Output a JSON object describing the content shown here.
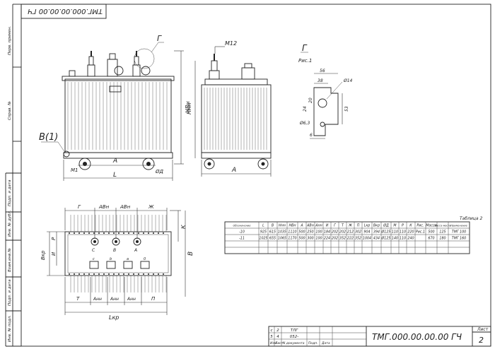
{
  "sheet": {
    "corner_code": "ТМГ.000.00.00.00 ГЧ",
    "side_labels": [
      "Перв. примен.",
      "Справ. №",
      "Подп. и дата",
      "Инв. № дубл.",
      "Взам.инв.№",
      "Подп. и дата",
      "Инв. № подл."
    ],
    "side_values": [
      "",
      "",
      "",
      "",
      "",
      "",
      ""
    ]
  },
  "front_view": {
    "callout_g": "Г",
    "callout_b": "В(1)",
    "dim_m1": "М1",
    "dim_a": "А",
    "dim_l": "L",
    "dim_phi_d": "ØД",
    "dim_hvn": "НВн"
  },
  "side_view": {
    "dim_m12": "М12",
    "dim_hnn": "Ннн",
    "dim_a": "А"
  },
  "detail": {
    "title": "Г",
    "caption": "Рис.1",
    "dims": [
      "56",
      "38",
      "20",
      "24",
      "53",
      "Ø14",
      "Ø6,3",
      "6"
    ]
  },
  "plan_view": {
    "dims_top": [
      "Г",
      "АВн",
      "АВн",
      "Ж"
    ],
    "dims_left": [
      "Вкр",
      "И",
      "Р"
    ],
    "dim_k": "К",
    "dim_b": "В",
    "bushings_hv": [
      "C",
      "B",
      "A"
    ],
    "bushings_lv": [
      "с",
      "b",
      "a",
      "0"
    ],
    "dims_bottom": [
      "Т",
      "Анн",
      "Анн",
      "Анн",
      "П"
    ],
    "dim_lkr": "Lкр"
  },
  "table": {
    "caption": "Таблица 2",
    "headers": [
      "Обозначение",
      "L",
      "B",
      "Ннн",
      "НВн",
      "А",
      "АВн",
      "Анн",
      "И",
      "Г",
      "Т",
      "Ж",
      "П",
      "Lкр",
      "Вкр",
      "ØД",
      "М",
      "Р",
      "К",
      "Рис.",
      "Масса",
      "Масса масла",
      "Применение"
    ],
    "rows": [
      [
        "-10",
        "925",
        "615",
        "1035",
        "1110",
        "500",
        "250",
        "100",
        "184",
        "202",
        "202",
        "212",
        "302",
        "904",
        "394",
        "Ø125",
        "110",
        "110",
        "220",
        "Рис.1",
        "500",
        "125",
        "ТМГ 100"
      ],
      [
        "-11",
        "1025",
        "655",
        "1065",
        "1170",
        "500",
        "300",
        "100",
        "224",
        "202",
        "352",
        "222",
        "352",
        "1004",
        "434",
        "Ø125",
        "140",
        "110",
        "240",
        "",
        "670",
        "180",
        "ТМГ 160"
      ],
      [
        "",
        "",
        "",
        "",
        "",
        "",
        "",
        "",
        "",
        "",
        "",
        "",
        "",
        "",
        "",
        "",
        "",
        "",
        "",
        "",
        "",
        "",
        ""
      ],
      [
        "",
        "",
        "",
        "",
        "",
        "",
        "",
        "",
        "",
        "",
        "",
        "",
        "",
        "",
        "",
        "",
        "",
        "",
        "",
        "",
        "",
        "",
        ""
      ]
    ]
  },
  "title_block": {
    "revisions": [
      [
        "с",
        "2",
        "ТЛГ",
        "",
        "",
        ""
      ],
      [
        "5",
        "4",
        "052-",
        "",
        "",
        ""
      ]
    ],
    "rev_headers": [
      "Изм",
      "Лист",
      "N документа",
      "Подп.",
      "Дата"
    ],
    "code": "ТМГ.000.00.00.00 ГЧ",
    "sheet_label": "Лист",
    "sheet_no": "2"
  },
  "colors": {
    "line": "#222222",
    "paper": "#ffffff"
  }
}
